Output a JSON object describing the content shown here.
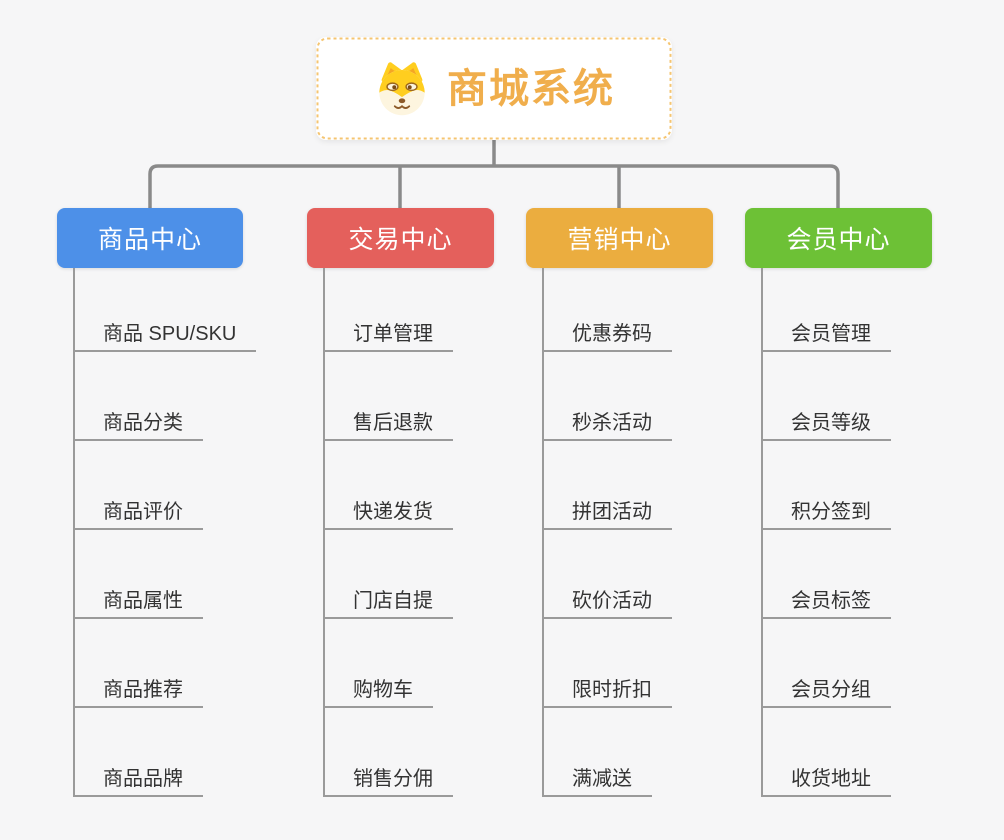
{
  "root": {
    "title": "商城系统",
    "title_color": "#F0AE4C",
    "border_color": "#F5C571",
    "icon": "shiba-dog-icon"
  },
  "connectors": {
    "color": "#8A8A8A"
  },
  "branches": [
    {
      "label": "商品中心",
      "color": "#4D90E8",
      "items": [
        "商品 SPU/SKU",
        "商品分类",
        "商品评价",
        "商品属性",
        "商品推荐",
        "商品品牌"
      ]
    },
    {
      "label": "交易中心",
      "color": "#E4605C",
      "items": [
        "订单管理",
        "售后退款",
        "快递发货",
        "门店自提",
        "购物车",
        "销售分佣"
      ]
    },
    {
      "label": "营销中心",
      "color": "#EBAD3F",
      "items": [
        "优惠券码",
        "秒杀活动",
        "拼团活动",
        "砍价活动",
        "限时折扣",
        "满减送"
      ]
    },
    {
      "label": "会员中心",
      "color": "#6DC136",
      "items": [
        "会员管理",
        "会员等级",
        "积分签到",
        "会员标签",
        "会员分组",
        "收货地址"
      ]
    }
  ]
}
